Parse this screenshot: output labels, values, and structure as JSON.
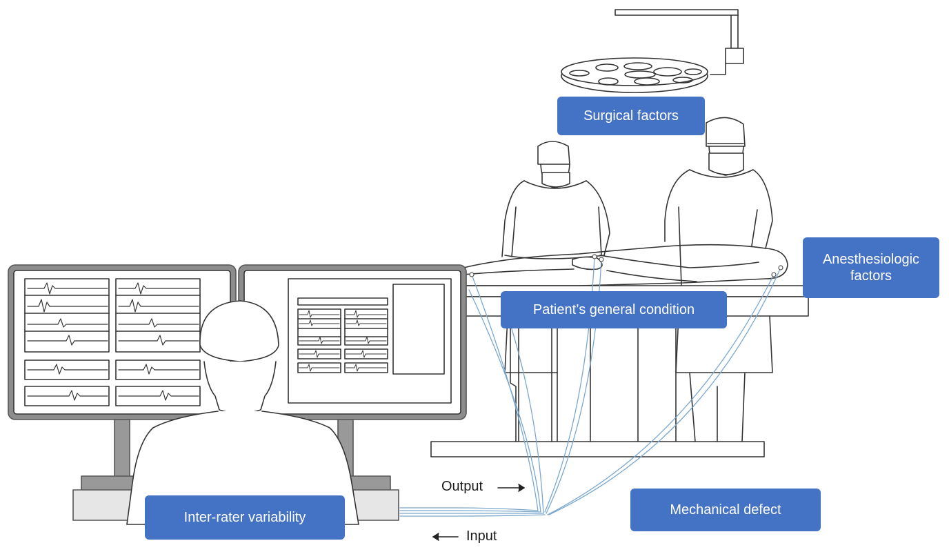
{
  "labels": {
    "surgical": "Surgical factors",
    "anesthesiologic": "Anesthesiologic factors",
    "patient": "Patient’s general condition",
    "mechanical": "Mechanical defect",
    "inter_rater": "Inter-rater variability"
  },
  "flow": {
    "output": "Output",
    "input": "Input"
  },
  "colors": {
    "label_fill": "#4472c4",
    "wire": "#7aa7cf",
    "line": "#333333",
    "monitor_frame": "#888888"
  }
}
